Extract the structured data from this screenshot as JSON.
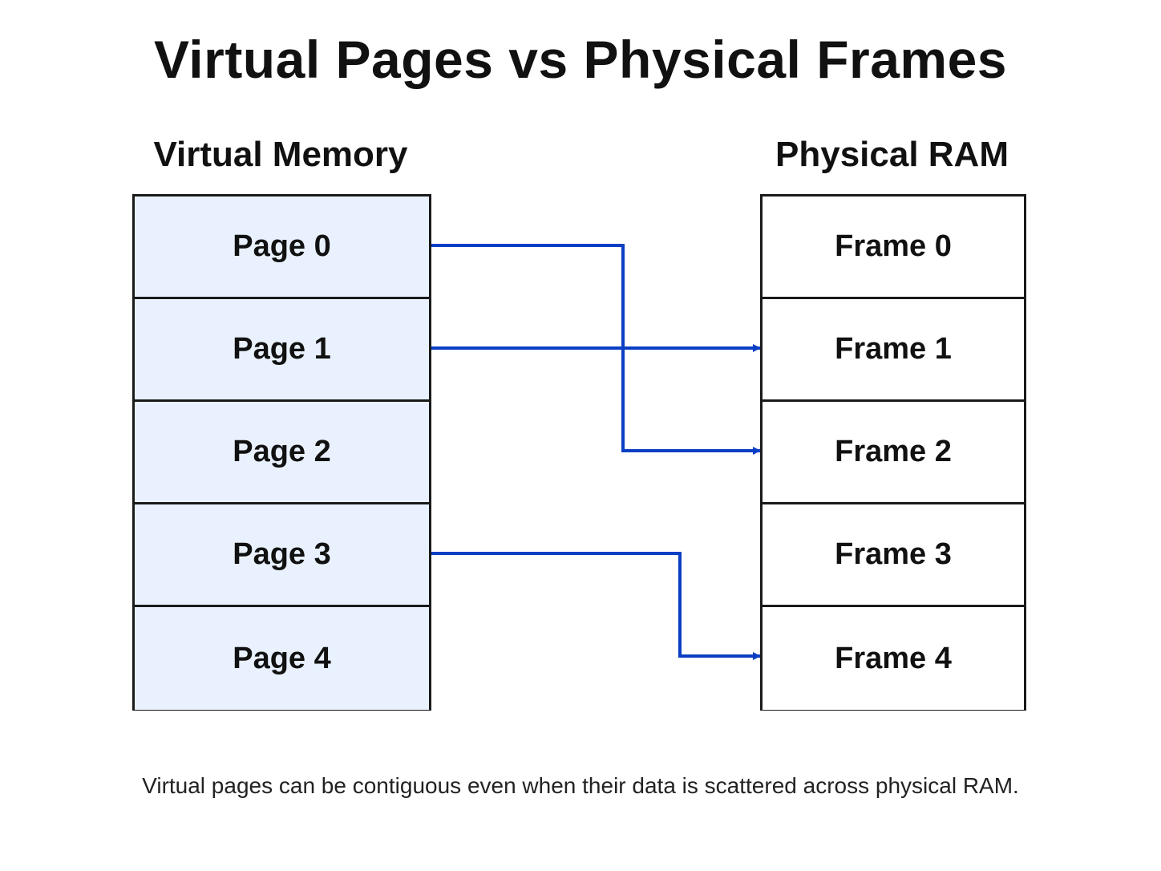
{
  "title": "Virtual Pages vs Physical Frames",
  "virtual_memory": {
    "heading": "Virtual Memory",
    "pages": [
      "Page 0",
      "Page 1",
      "Page 2",
      "Page 3",
      "Page 4"
    ]
  },
  "physical_ram": {
    "heading": "Physical RAM",
    "frames": [
      "Frame 0",
      "Frame 1",
      "Frame 2",
      "Frame 3",
      "Frame 4"
    ]
  },
  "mappings": [
    {
      "page": 0,
      "frame": 2
    },
    {
      "page": 1,
      "frame": 1
    },
    {
      "page": 3,
      "frame": 4
    }
  ],
  "colors": {
    "arrow": "#0a3fc4",
    "page_fill": "#e8f1fd",
    "frame_fill": "#ffffff",
    "border": "#1a1a1a"
  },
  "caption": "Virtual pages can be contiguous even when their data is scattered across physical RAM."
}
